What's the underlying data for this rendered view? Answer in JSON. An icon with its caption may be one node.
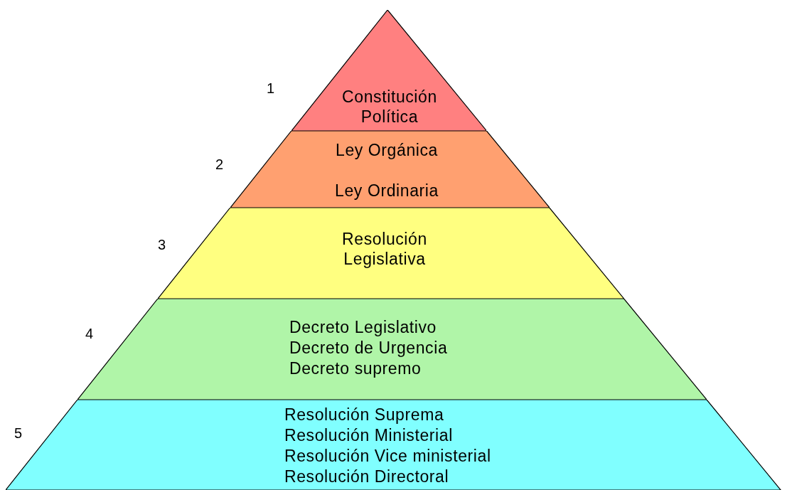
{
  "diagram": {
    "nodes": [
      {
        "text": [
          "Constitución Política"
        ]
      },
      {
        "text": [
          "Ley Orgánica",
          "Ley Ordinaria"
        ]
      },
      {
        "text": [
          "Resolución Legislativa"
        ]
      },
      {
        "text": [
          "Decreto Legislativo",
          "Decreto de Urgencia",
          "Decreto supremo"
        ]
      },
      {
        "text": [
          "Resolución Suprema",
          "Resolución Ministerial",
          "Resolución Vice ministerial",
          "Resolución Directoral"
        ]
      }
    ],
    "labels": [
      "1",
      "2",
      "3",
      "4",
      "5"
    ]
  }
}
